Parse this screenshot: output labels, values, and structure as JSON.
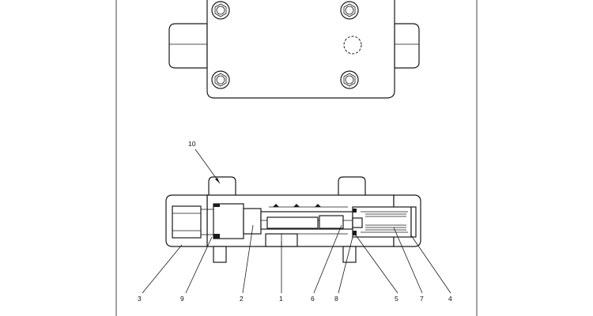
{
  "diagram": {
    "callouts": [
      {
        "id": "callout-10",
        "label": "10"
      },
      {
        "id": "callout-3",
        "label": "3"
      },
      {
        "id": "callout-9",
        "label": "9"
      },
      {
        "id": "callout-2",
        "label": "2"
      },
      {
        "id": "callout-1",
        "label": "1"
      },
      {
        "id": "callout-6",
        "label": "6"
      },
      {
        "id": "callout-8",
        "label": "8"
      },
      {
        "id": "callout-5",
        "label": "5"
      },
      {
        "id": "callout-7",
        "label": "7"
      },
      {
        "id": "callout-4",
        "label": "4"
      }
    ]
  }
}
